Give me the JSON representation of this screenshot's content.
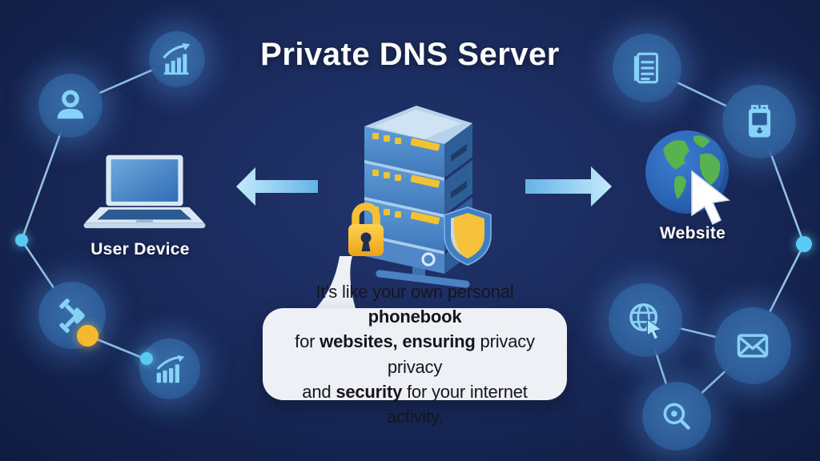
{
  "title": "Private DNS Server",
  "left_cluster": {
    "device_label": "User Device",
    "device_icon": "laptop-icon",
    "nodes": [
      {
        "icon": "person-icon"
      },
      {
        "icon": "growth-chart-icon"
      },
      {
        "icon": "dumbbells-icon"
      },
      {
        "icon": "bar-chart-icon"
      }
    ]
  },
  "center": {
    "server_icon": "dns-server-icon",
    "lock_icon": "padlock-icon",
    "shield_icon": "shield-icon",
    "arrow_left_icon": "arrow-left-icon",
    "arrow_right_icon": "arrow-right-icon"
  },
  "right_cluster": {
    "site_label": "Website",
    "site_icon": "globe-icon",
    "cursor_icon": "cursor-icon",
    "nodes": [
      {
        "icon": "document-icon"
      },
      {
        "icon": "mobile-device-icon"
      },
      {
        "icon": "network-globe-icon"
      },
      {
        "icon": "email-icon"
      },
      {
        "icon": "search-icon"
      }
    ]
  },
  "bubble": {
    "segments": [
      {
        "t": "It's like your own personal ",
        "b": false
      },
      {
        "t": "phonebook",
        "b": true
      },
      {
        "br": true
      },
      {
        "t": "for ",
        "b": false
      },
      {
        "t": "websites,",
        "b": true
      },
      {
        "t": " ",
        "b": false
      },
      {
        "t": "ensuring",
        "b": true
      },
      {
        "t": " privacy privacy",
        "b": false
      },
      {
        "br": true
      },
      {
        "t": "and ",
        "b": false
      },
      {
        "t": "security",
        "b": true
      },
      {
        "t": " for your internet activity.",
        "b": false
      }
    ]
  },
  "colors": {
    "background_center": "#22356e",
    "background_edge": "#091230",
    "node_fill": "#2e5f9b",
    "icon_blue": "#86d2f8",
    "accent_yellow": "#f6b82d",
    "arrow_blue": "#8fd0f2",
    "bubble_bg": "#edf1f6",
    "title_color": "#ffffff"
  }
}
